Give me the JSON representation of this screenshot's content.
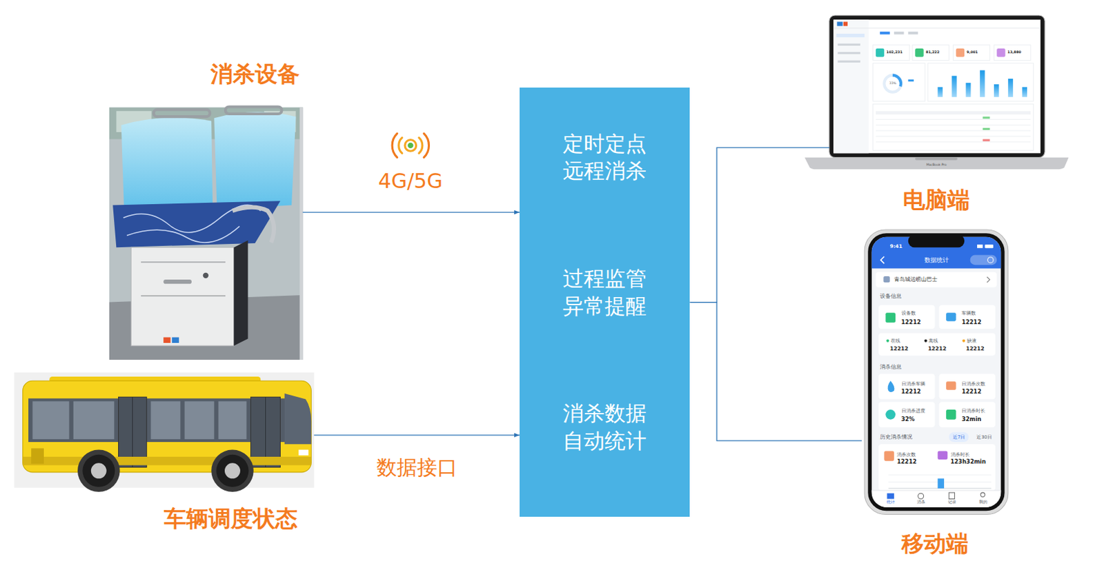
{
  "diagram": {
    "nodes": [
      {
        "text": [
          "消杀设备"
        ]
      },
      {
        "text": [
          "车辆调度状态"
        ]
      },
      {
        "text": [
          "定时定点 远程消杀",
          "过程监管 异常提醒",
          "消杀数据 自动统计"
        ]
      },
      {
        "text": [
          "电脑端"
        ]
      },
      {
        "text": [
          "移动端"
        ]
      }
    ],
    "edges": [
      {
        "from": 0,
        "to": 2,
        "arrow": "to",
        "label": "4G/5G"
      },
      {
        "from": 1,
        "to": 2,
        "arrow": "to",
        "label": "数据接口"
      },
      {
        "from": 2,
        "to": 3,
        "arrow": "none"
      },
      {
        "from": 2,
        "to": 4,
        "arrow": "none"
      }
    ],
    "labels": [
      "9:41",
      "数据统计",
      "青岛城运崂山巴士",
      "设备信息",
      "设备数",
      "12212",
      "车辆数",
      "12212",
      "在线",
      "12212",
      "离线",
      "12212",
      "缺液",
      "12212",
      "消杀信息",
      "日消杀车辆",
      "12212",
      "日消杀次数",
      "12212",
      "日消杀进度",
      "32%",
      "日消杀时长",
      "32min",
      "历史消杀情况",
      "近7日",
      "近30日",
      "消杀次数",
      "12212",
      "消杀时长",
      "123h32min",
      "统计",
      "消杀",
      "记录",
      "我的",
      "102,231",
      "81,222",
      "9,001",
      "13,880",
      "33%",
      "MacBook Pro"
    ]
  }
}
